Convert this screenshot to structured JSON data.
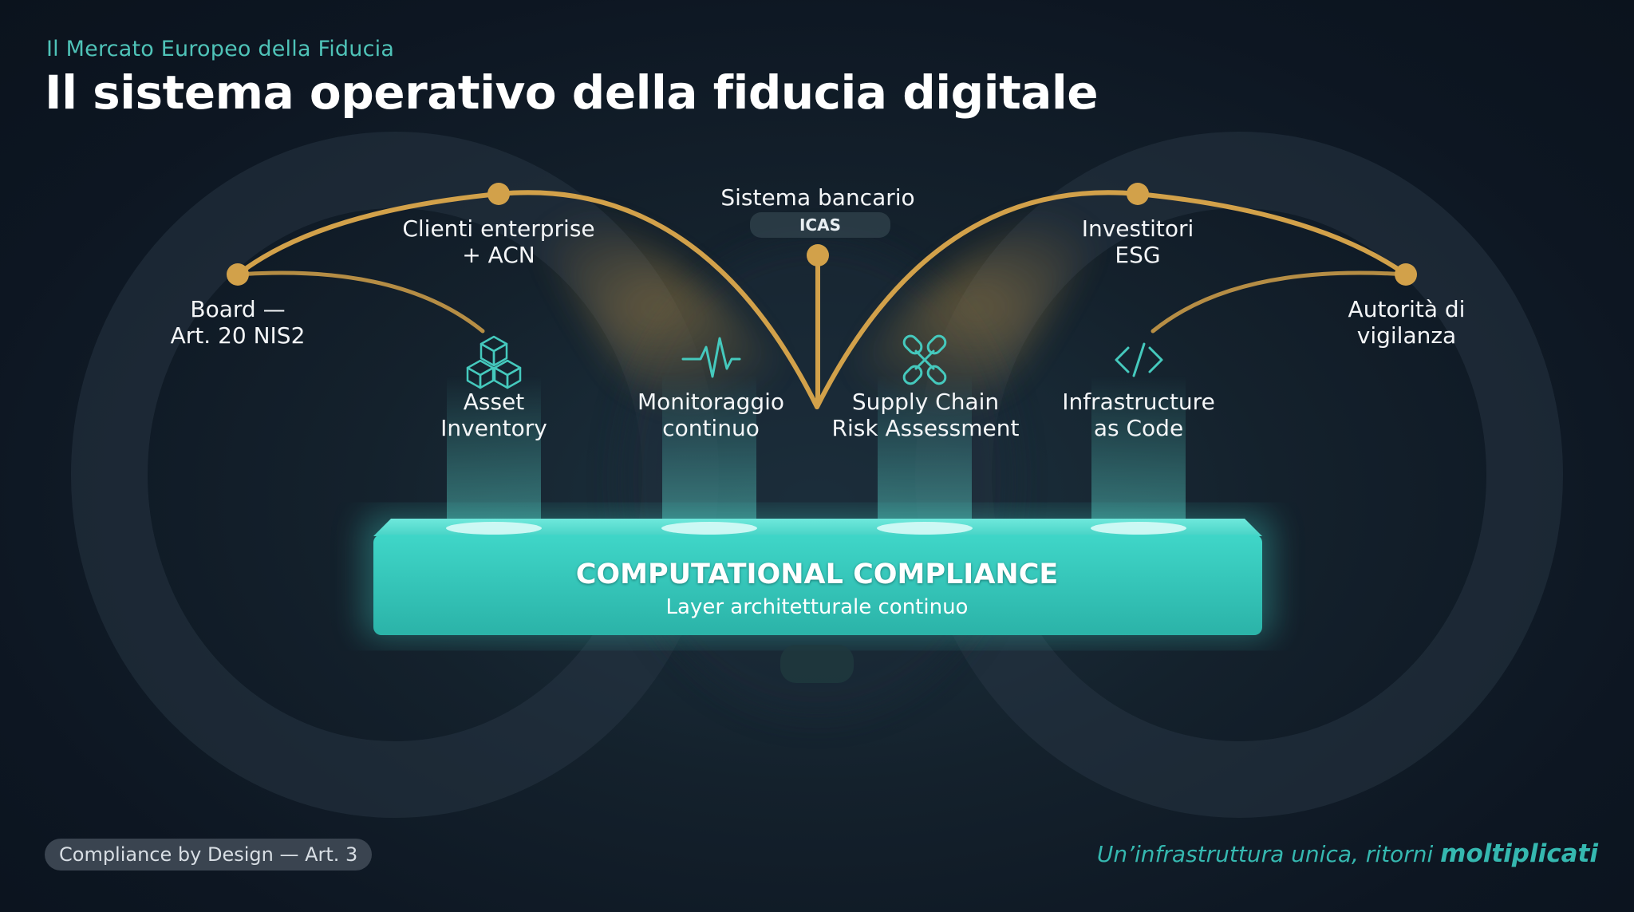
{
  "header": {
    "kicker": "Il Mercato Europeo della Fiducia",
    "title": "Il sistema operativo della fiducia digitale"
  },
  "stakeholders": {
    "board": [
      "Board —",
      "Art. 20 NIS2"
    ],
    "clienti": [
      "Clienti enterprise",
      "+ ACN"
    ],
    "sistema": "Sistema bancario",
    "sistema_sub": "ICAS",
    "investitori": [
      "Investitori",
      "ESG"
    ],
    "autorita": [
      "Autorità di",
      "vigilanza"
    ]
  },
  "capabilities": [
    {
      "label": [
        "Asset",
        "Inventory"
      ],
      "icon": "cubes-icon"
    },
    {
      "label": [
        "Monitoraggio",
        "continuo"
      ],
      "icon": "heartbeat-icon"
    },
    {
      "label": [
        "Supply Chain",
        "Risk Assessment"
      ],
      "icon": "chain-link-icon"
    },
    {
      "label": [
        "Infrastructure",
        "as Code"
      ],
      "icon": "code-icon"
    }
  ],
  "platform": {
    "title": "COMPUTATIONAL COMPLIANCE",
    "subtitle": "Layer architetturale continuo"
  },
  "footer": {
    "badge": "Compliance by Design — Art. 3",
    "tagline_a": "Un’infrastruttura unica, ritorni ",
    "tagline_b": "moltiplicati"
  },
  "colors": {
    "accent_teal": "#3fd0c4",
    "accent_gold": "#d2a14a",
    "background": "#111c27"
  }
}
